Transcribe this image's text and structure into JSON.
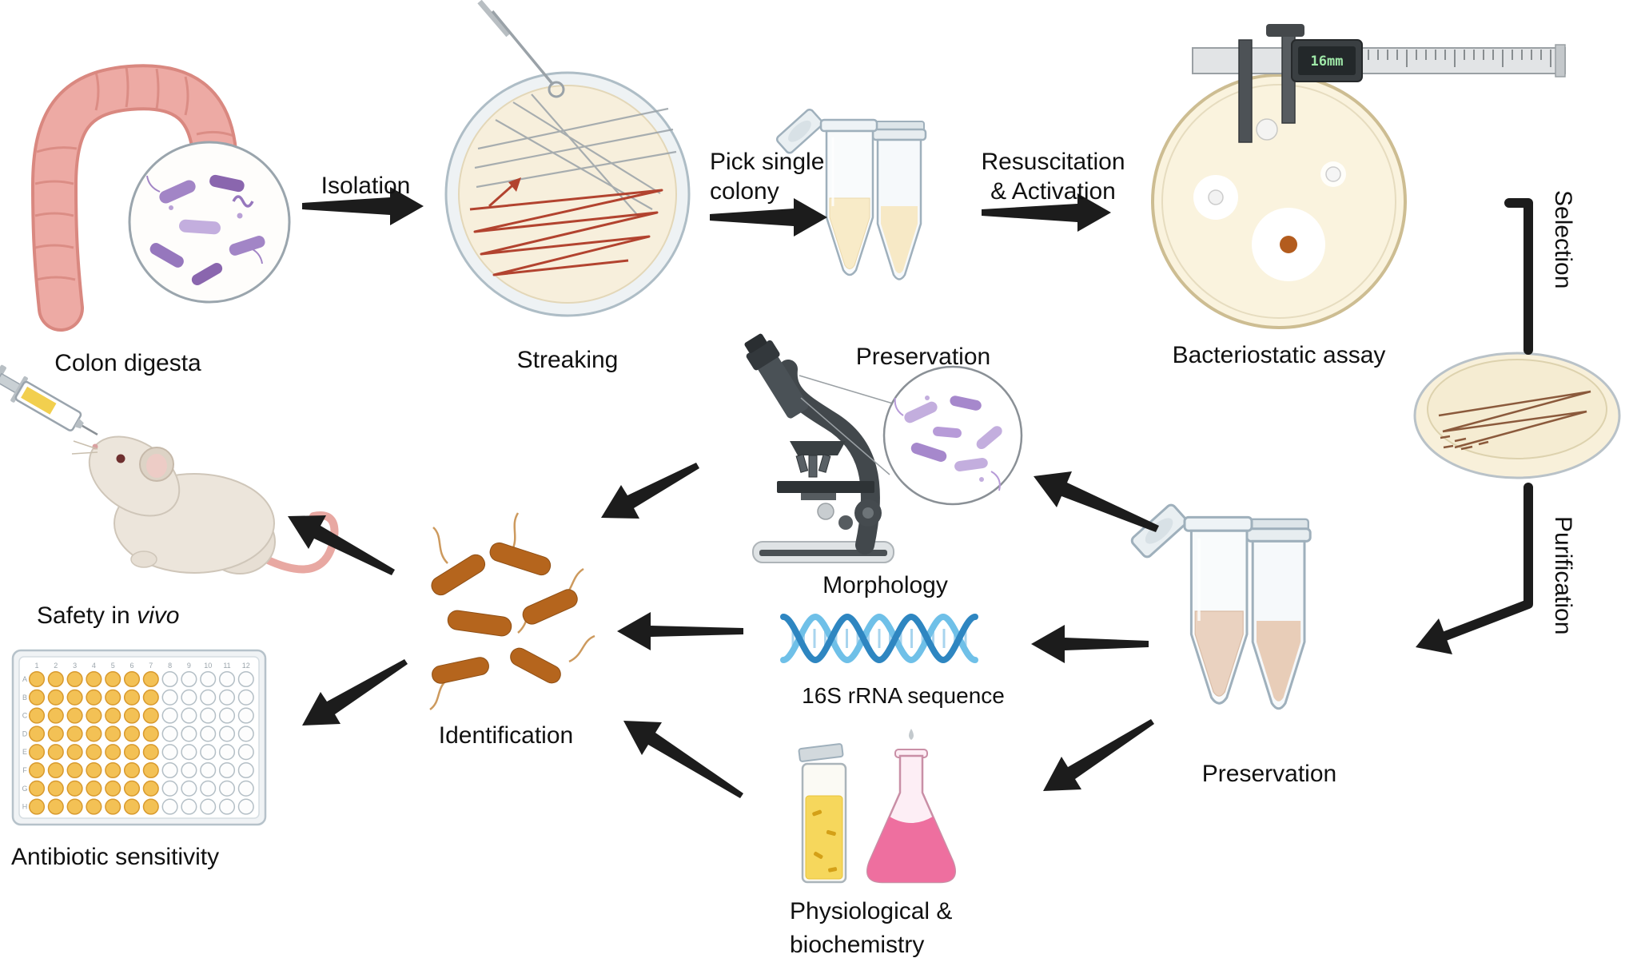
{
  "labels": {
    "colon_digesta": "Colon digesta",
    "isolation": "Isolation",
    "streaking": "Streaking",
    "pick_single_line1": "Pick single",
    "pick_single_line2": "colony",
    "preservation_top": "Preservation",
    "resuscitation_line1": "Resuscitation",
    "resuscitation_line2": "& Activation",
    "bacteriostatic_assay": "Bacteriostatic assay",
    "selection": "Selection",
    "purification": "Purification",
    "morphology": "Morphology",
    "rrna_sequence": "16S rRNA sequence",
    "physiological_line1": "Physiological &",
    "physiological_line2": "biochemistry",
    "preservation_right": "Preservation",
    "identification": "Identification",
    "safety_prefix": "Safety in",
    "safety_italic": "vivo",
    "antibiotic_sensitivity": "Antibiotic sensitivity",
    "caliper_reading": "16mm"
  },
  "plate": {
    "rows": 8,
    "cols": 12,
    "filled_cols": 7,
    "col_labels": [
      "1",
      "2",
      "3",
      "4",
      "5",
      "6",
      "7",
      "8",
      "9",
      "10",
      "11",
      "12"
    ],
    "row_labels": [
      "A",
      "B",
      "C",
      "D",
      "E",
      "F",
      "G",
      "H"
    ]
  },
  "colors": {
    "arrow": "#1c1c1c",
    "intestine_pink": "#edaaa4",
    "intestine_outline": "#d98880",
    "agar_beige": "#f7efdc",
    "streak_red": "#b2432f",
    "bacteria_purple": "#a285c6",
    "dna_blue": "#2e86c1",
    "dna_light_blue": "#6fc0e8",
    "flask_pink": "#ee6f9f",
    "sample_yellow": "#f6d75c",
    "identification_brown": "#b5651d",
    "well_yellow": "#f3c155",
    "mouse_cream": "#ebe4da",
    "lcd_green": "#9fe8a8",
    "inhibition_dot_orange": "#b35c1e"
  }
}
